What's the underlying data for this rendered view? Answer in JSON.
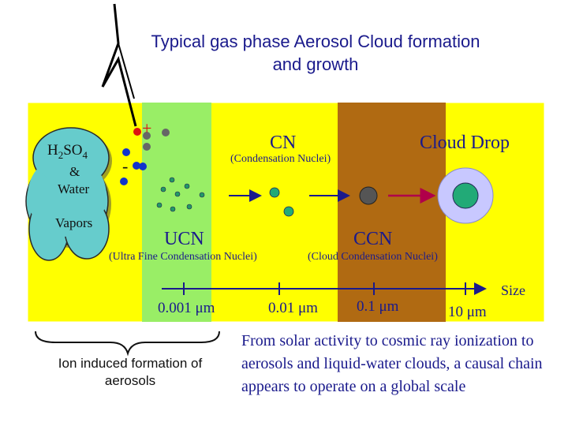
{
  "title": "Typical gas phase Aerosol Cloud formation and growth",
  "labels": {
    "vapor_h": "H",
    "vapor_sub1": "2",
    "vapor_so": "SO",
    "vapor_sub2": "4",
    "vapor_and": "&",
    "vapor_water": "Water",
    "vapor_vapors": "Vapors",
    "plus_sign": "+",
    "minus_sign": "-",
    "cn": "CN",
    "cn_full": "(Condensation Nuclei)",
    "cloud_drop": "Cloud Drop",
    "ucn": "UCN",
    "ucn_full": "(Ultra Fine Condensation Nuclei)",
    "ccn": "CCN",
    "ccn_full": "(Cloud Condensation Nuclei)",
    "size": "Size"
  },
  "size_ticks": [
    "0.001 μm",
    "0.01 μm",
    "0.1 μm",
    "10 μm"
  ],
  "captions": {
    "left": "Ion induced formation of aerosols",
    "right": "From solar activity to cosmic ray ionization to aerosols and liquid-water clouds, a causal chain appears to operate on a global scale"
  },
  "colors": {
    "background_panel": "#ffff00",
    "ucn_band": "#99ee66",
    "ccn_band": "#b06a12",
    "text": "#1a1a8c",
    "cloud": "#66cccc",
    "drop_outer": "#c8c8ff",
    "drop_inner": "#22aa77",
    "axis": "#1a1a8c",
    "arrow": "#b0004a"
  }
}
